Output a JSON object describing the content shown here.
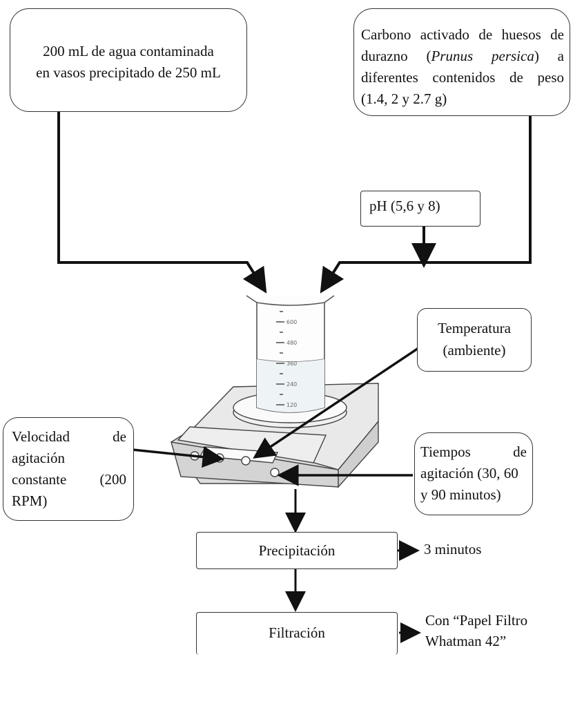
{
  "boxes": {
    "water": {
      "line1": "200 mL de agua contaminada",
      "line2": "en vasos precipitado de 250 mL"
    },
    "carbon": {
      "line1": "Carbono activado de huesos de",
      "line2_a": "durazno (",
      "line2_italic": "Prunus persica",
      "line2_b": ") a",
      "line3": "diferentes contenidos de peso",
      "line4": "(1.4, 2 y 2.7 g)"
    },
    "ph": {
      "label": "pH (5,6 y 8)"
    },
    "temperature": {
      "line1": "Temperatura",
      "line2": "(ambiente)"
    },
    "speed": {
      "line1": "Velocidad de",
      "line2": "agitación",
      "line3": "constante (200",
      "line4": "RPM)"
    },
    "time": {
      "line1": "Tiempos de",
      "line2": "agitación (30, 60",
      "line3": "y 90 minutos)"
    },
    "precipitation": {
      "label": "Precipitación",
      "note": "3 minutos"
    },
    "filtration": {
      "label": "Filtración",
      "note_line1": "Con “Papel Filtro",
      "note_line2": "Whatman 42”"
    }
  },
  "beaker": {
    "scale_labels": [
      "600",
      "480",
      "360",
      "240",
      "120"
    ]
  }
}
